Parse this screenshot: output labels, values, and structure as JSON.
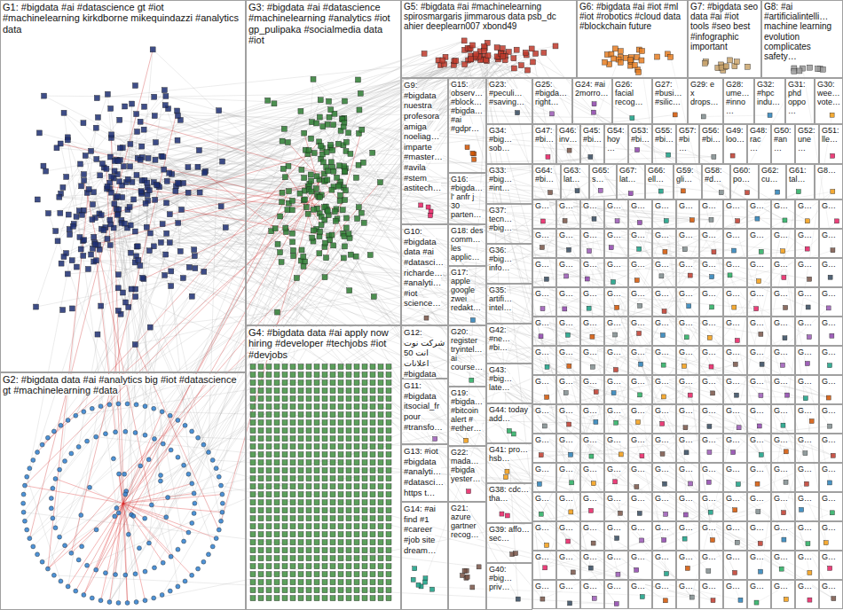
{
  "diagram": {
    "nodes": [
      {
        "text": [
          "G1: #bigdata #ai #datascience gt #iot #machinelearning kirkdborne mikequindazzi #analytics data"
        ]
      },
      {
        "text": [
          "G2: #bigdata data #ai #analytics big #iot #datascience gt #machinelearning #data"
        ]
      },
      {
        "text": [
          "G3: #bigdata #ai #datascience #machinelearning #analytics #iot gp_pulipaka #socialmedia data #iot"
        ]
      },
      {
        "text": [
          "G4: #bigdata data #ai apply now hiring #developer #techjobs #iot #devjobs"
        ]
      },
      {
        "text": [
          "G5: #bigdata #ai #machinelearning spirosmargaris jimmarous data psb_dc ahier deeplearn007 xbond49"
        ]
      },
      {
        "text": [
          "G6: #bigdata #ai #iot #ml #iot #robotics #cloud data #blockchain future"
        ]
      },
      {
        "text": [
          "G7: #bigdata seo data #ai #iot tools #seo best #infographic important"
        ]
      },
      {
        "text": [
          "G8: #ai #artificialintelli… machine learning evolution complicates safety…"
        ]
      },
      {
        "text": [
          "G9: #bigdata nuestra profesora amiga noeliag… imparte #master… #avila #stem astitech…"
        ]
      },
      {
        "text": [
          "G10: #bigdata data #ai #datasci… richarde… #analyti… #iot science…"
        ]
      },
      {
        "text": [
          "G12: شرکت نوت انت 50 اعلانات #bigdata"
        ]
      },
      {
        "text": [
          "G11: #bigdata itsocial_fr pour #transfo…"
        ]
      },
      {
        "text": [
          "G13: #iot #bigdata #analyti… #datasci… https t…"
        ]
      },
      {
        "text": [
          "G14: #ai find #1 #career #job site dream…"
        ]
      },
      {
        "text": [
          "G15: observ… #block… #bigda… #ai #gdpr…"
        ]
      },
      {
        "text": [
          "G16: #bigda… l' anfr j 30 parten…"
        ]
      },
      {
        "text": [
          "G18: des comm… les applic…"
        ]
      },
      {
        "text": [
          "G17: apple google zwei redakt…"
        ]
      },
      {
        "text": [
          "G20: register tryintel… ai course…"
        ]
      },
      {
        "text": [
          "G19: #bigda… #bitcoin alert # #ether…"
        ]
      },
      {
        "text": [
          "G22: mada… #bigda yester…"
        ]
      },
      {
        "text": [
          "G21: azure gartner recog…"
        ]
      },
      {
        "text": [
          "G23: #peculi… #saving…"
        ]
      },
      {
        "text": [
          "G34: #big… sob…"
        ]
      },
      {
        "text": [
          "G33: #big… #int…"
        ]
      },
      {
        "text": [
          "G37: tecn… #big…"
        ]
      },
      {
        "text": [
          "G36: #big… info…"
        ]
      },
      {
        "text": [
          "G35: artifi… intel…"
        ]
      },
      {
        "text": [
          "G42: #ne… #bi…"
        ]
      },
      {
        "text": [
          "G43: #big… late…"
        ]
      },
      {
        "text": [
          "G44: today add…"
        ]
      },
      {
        "text": [
          "G41: pro… hsb…"
        ]
      },
      {
        "text": [
          "G38: cdc… tha…"
        ]
      },
      {
        "text": [
          "G39: affo… sec…"
        ]
      },
      {
        "text": [
          "G40: #big… priv…"
        ]
      },
      {
        "text": [
          "G25: #bigda… right…"
        ]
      },
      {
        "text": [
          "G24: #ai 2morro…"
        ]
      },
      {
        "text": [
          "G26: facial recog…"
        ]
      },
      {
        "text": [
          "G27: #busi… #silic…"
        ]
      },
      {
        "text": [
          "G29: e x drops…"
        ]
      },
      {
        "text": [
          "G28: ume… #inno…"
        ]
      },
      {
        "text": [
          "G32: #hpc indu…"
        ]
      },
      {
        "text": [
          "G31: phd oppo…"
        ]
      },
      {
        "text": [
          "G30: wee… vote…"
        ]
      },
      {
        "text": [
          "G47: #bi…"
        ]
      },
      {
        "text": [
          "G46: inv…"
        ]
      },
      {
        "text": [
          "G45: #bi…"
        ]
      },
      {
        "text": [
          "G54: hoy…"
        ]
      },
      {
        "text": [
          "G53: #bi…"
        ]
      },
      {
        "text": [
          "G55: #bi…"
        ]
      },
      {
        "text": [
          "G57: #bi…"
        ]
      },
      {
        "text": [
          "G56: #bi…"
        ]
      },
      {
        "text": [
          "G49: loo…"
        ]
      },
      {
        "text": [
          "G48: rac…"
        ]
      },
      {
        "text": [
          "G50: #an…"
        ]
      },
      {
        "text": [
          "G52: une…"
        ]
      },
      {
        "text": [
          "G51: lle…"
        ]
      },
      {
        "text": [
          "G64: #bi…"
        ]
      },
      {
        "text": [
          "G63: lat…"
        ]
      },
      {
        "text": [
          "G65: s…"
        ]
      },
      {
        "text": [
          "G67: lat…"
        ]
      },
      {
        "text": [
          "G66: ell…"
        ]
      },
      {
        "text": [
          "G59: gli…"
        ]
      },
      {
        "text": [
          "G58: #d…"
        ]
      },
      {
        "text": [
          "G60: po…"
        ]
      },
      {
        "text": [
          "G62: cu…"
        ]
      },
      {
        "text": [
          "G61: tal…"
        ]
      },
      {
        "text": [
          "G8…"
        ]
      },
      {
        "text": [
          "G…"
        ]
      },
      {
        "text": [
          "G…"
        ]
      },
      {
        "text": [
          "G…"
        ]
      },
      {
        "text": [
          "G…"
        ]
      },
      {
        "text": [
          "G…"
        ]
      },
      {
        "text": [
          "G…"
        ]
      },
      {
        "text": [
          "G…"
        ]
      },
      {
        "text": [
          "G…"
        ]
      },
      {
        "text": [
          "G…"
        ]
      },
      {
        "text": [
          "G…"
        ]
      },
      {
        "text": [
          "G…"
        ]
      },
      {
        "text": [
          "G…"
        ]
      },
      {
        "text": [
          "G…"
        ]
      },
      {
        "text": [
          "G…"
        ]
      },
      {
        "text": [
          "G…"
        ]
      },
      {
        "text": [
          "G…"
        ]
      },
      {
        "text": [
          "G…"
        ]
      },
      {
        "text": [
          "G…"
        ]
      },
      {
        "text": [
          "G…"
        ]
      },
      {
        "text": [
          "G…"
        ]
      },
      {
        "text": [
          "G…"
        ]
      },
      {
        "text": [
          "G…"
        ]
      },
      {
        "text": [
          "G…"
        ]
      },
      {
        "text": [
          "G…"
        ]
      },
      {
        "text": [
          "G…"
        ]
      },
      {
        "text": [
          "G…"
        ]
      },
      {
        "text": [
          "G…"
        ]
      },
      {
        "text": [
          "G…"
        ]
      },
      {
        "text": [
          "G…"
        ]
      },
      {
        "text": [
          "G…"
        ]
      },
      {
        "text": [
          "G…"
        ]
      },
      {
        "text": [
          "G…"
        ]
      },
      {
        "text": [
          "G…"
        ]
      },
      {
        "text": [
          "G…"
        ]
      },
      {
        "text": [
          "G…"
        ]
      },
      {
        "text": [
          "G…"
        ]
      },
      {
        "text": [
          "G…"
        ]
      },
      {
        "text": [
          "G…"
        ]
      },
      {
        "text": [
          "G…"
        ]
      },
      {
        "text": [
          "G…"
        ]
      },
      {
        "text": [
          "G…"
        ]
      },
      {
        "text": [
          "G…"
        ]
      },
      {
        "text": [
          "G…"
        ]
      },
      {
        "text": [
          "G…"
        ]
      },
      {
        "text": [
          "G…"
        ]
      },
      {
        "text": [
          "G…"
        ]
      },
      {
        "text": [
          "G…"
        ]
      },
      {
        "text": [
          "G…"
        ]
      },
      {
        "text": [
          "G…"
        ]
      },
      {
        "text": [
          "G…"
        ]
      },
      {
        "text": [
          "G…"
        ]
      },
      {
        "text": [
          "G…"
        ]
      },
      {
        "text": [
          "G…"
        ]
      },
      {
        "text": [
          "G…"
        ]
      },
      {
        "text": [
          "G…"
        ]
      },
      {
        "text": [
          "G…"
        ]
      },
      {
        "text": [
          "G…"
        ]
      },
      {
        "text": [
          "G…"
        ]
      },
      {
        "text": [
          "G…"
        ]
      },
      {
        "text": [
          "G…"
        ]
      },
      {
        "text": [
          "G…"
        ]
      },
      {
        "text": [
          "G…"
        ]
      },
      {
        "text": [
          "G…"
        ]
      },
      {
        "text": [
          "G…"
        ]
      },
      {
        "text": [
          "G…"
        ]
      },
      {
        "text": [
          "G…"
        ]
      },
      {
        "text": [
          "G…"
        ]
      },
      {
        "text": [
          "G…"
        ]
      },
      {
        "text": [
          "G…"
        ]
      },
      {
        "text": [
          "G…"
        ]
      },
      {
        "text": [
          "G…"
        ]
      },
      {
        "text": [
          "G…"
        ]
      },
      {
        "text": [
          "G…"
        ]
      },
      {
        "text": [
          "G…"
        ]
      },
      {
        "text": [
          "G…"
        ]
      },
      {
        "text": [
          "G…"
        ]
      },
      {
        "text": [
          "G…"
        ]
      },
      {
        "text": [
          "G…"
        ]
      },
      {
        "text": [
          "G…"
        ]
      },
      {
        "text": [
          "G…"
        ]
      },
      {
        "text": [
          "G…"
        ]
      },
      {
        "text": [
          "G…"
        ]
      },
      {
        "text": [
          "G…"
        ]
      },
      {
        "text": [
          "G…"
        ]
      },
      {
        "text": [
          "G…"
        ]
      },
      {
        "text": [
          "G…"
        ]
      },
      {
        "text": [
          "G…"
        ]
      },
      {
        "text": [
          "G…"
        ]
      },
      {
        "text": [
          "G…"
        ]
      },
      {
        "text": [
          "G…"
        ]
      },
      {
        "text": [
          "G…"
        ]
      },
      {
        "text": [
          "G…"
        ]
      },
      {
        "text": [
          "G…"
        ]
      },
      {
        "text": [
          "G…"
        ]
      },
      {
        "text": [
          "G…"
        ]
      },
      {
        "text": [
          "G…"
        ]
      },
      {
        "text": [
          "G…"
        ]
      },
      {
        "text": [
          "G…"
        ]
      },
      {
        "text": [
          "G…"
        ]
      },
      {
        "text": [
          "G…"
        ]
      },
      {
        "text": [
          "G…"
        ]
      },
      {
        "text": [
          "G…"
        ]
      },
      {
        "text": [
          "G…"
        ]
      },
      {
        "text": [
          "G…"
        ]
      },
      {
        "text": [
          "G…"
        ]
      },
      {
        "text": [
          "G…"
        ]
      },
      {
        "text": [
          "G…"
        ]
      },
      {
        "text": [
          "G…"
        ]
      },
      {
        "text": [
          "G…"
        ]
      },
      {
        "text": [
          "G…"
        ]
      },
      {
        "text": [
          "G…"
        ]
      },
      {
        "text": [
          "G…"
        ]
      },
      {
        "text": [
          "G…"
        ]
      },
      {
        "text": [
          "G…"
        ]
      },
      {
        "text": [
          "G…"
        ]
      },
      {
        "text": [
          "G…"
        ]
      },
      {
        "text": [
          "G…"
        ]
      },
      {
        "text": [
          "G…"
        ]
      },
      {
        "text": [
          "G…"
        ]
      },
      {
        "text": [
          "G…"
        ]
      },
      {
        "text": [
          "G…"
        ]
      },
      {
        "text": [
          "G…"
        ]
      },
      {
        "text": [
          "G…"
        ]
      },
      {
        "text": [
          "G…"
        ]
      },
      {
        "text": [
          "G…"
        ]
      },
      {
        "text": [
          "G…"
        ]
      },
      {
        "text": [
          "G…"
        ]
      },
      {
        "text": [
          "G…"
        ]
      },
      {
        "text": [
          "G…"
        ]
      },
      {
        "text": [
          "G…"
        ]
      },
      {
        "text": [
          "G…"
        ]
      },
      {
        "text": [
          "G…"
        ]
      },
      {
        "text": [
          "G…"
        ]
      },
      {
        "text": [
          "G…"
        ]
      },
      {
        "text": [
          "G…"
        ]
      },
      {
        "text": [
          "G…"
        ]
      },
      {
        "text": [
          "G…"
        ]
      },
      {
        "text": [
          "G…"
        ]
      },
      {
        "text": [
          "G…"
        ]
      },
      {
        "text": [
          "G…"
        ]
      },
      {
        "text": [
          "G…"
        ]
      },
      {
        "text": [
          "G…"
        ]
      },
      {
        "text": [
          "G…"
        ]
      },
      {
        "text": [
          "G…"
        ]
      },
      {
        "text": [
          "G…"
        ]
      },
      {
        "text": [
          "G…"
        ]
      },
      {
        "text": [
          "G…"
        ]
      },
      {
        "text": [
          "G…"
        ]
      },
      {
        "text": [
          "G…"
        ]
      },
      {
        "text": [
          "G…"
        ]
      },
      {
        "text": [
          "G…"
        ]
      },
      {
        "text": [
          "G…"
        ]
      },
      {
        "text": [
          "G…"
        ]
      },
      {
        "text": [
          "G…"
        ]
      },
      {
        "text": [
          "G…"
        ]
      },
      {
        "text": [
          "G…"
        ]
      },
      {
        "text": [
          "G…"
        ]
      },
      {
        "text": [
          "G…"
        ]
      },
      {
        "text": [
          "G…"
        ]
      },
      {
        "text": [
          "G…"
        ]
      },
      {
        "text": [
          "G…"
        ]
      },
      {
        "text": [
          "G…"
        ]
      },
      {
        "text": [
          "G…"
        ]
      },
      {
        "text": [
          "G…"
        ]
      },
      {
        "text": [
          "G…"
        ]
      },
      {
        "text": [
          "G…"
        ]
      },
      {
        "text": [
          "G…"
        ]
      },
      {
        "text": [
          "G…"
        ]
      },
      {
        "text": [
          "G…"
        ]
      },
      {
        "text": [
          "G…"
        ]
      },
      {
        "text": [
          "G…"
        ]
      },
      {
        "text": [
          "G…"
        ]
      },
      {
        "text": [
          "G…"
        ]
      },
      {
        "text": [
          "G…"
        ]
      },
      {
        "text": [
          "G…"
        ]
      },
      {
        "text": [
          "G…"
        ]
      },
      {
        "text": [
          "G…"
        ]
      },
      {
        "text": [
          "G…"
        ]
      },
      {
        "text": [
          "G…"
        ]
      },
      {
        "text": [
          "G…"
        ]
      },
      {
        "text": [
          "G…"
        ]
      },
      {
        "text": [
          "G…"
        ]
      }
    ]
  }
}
